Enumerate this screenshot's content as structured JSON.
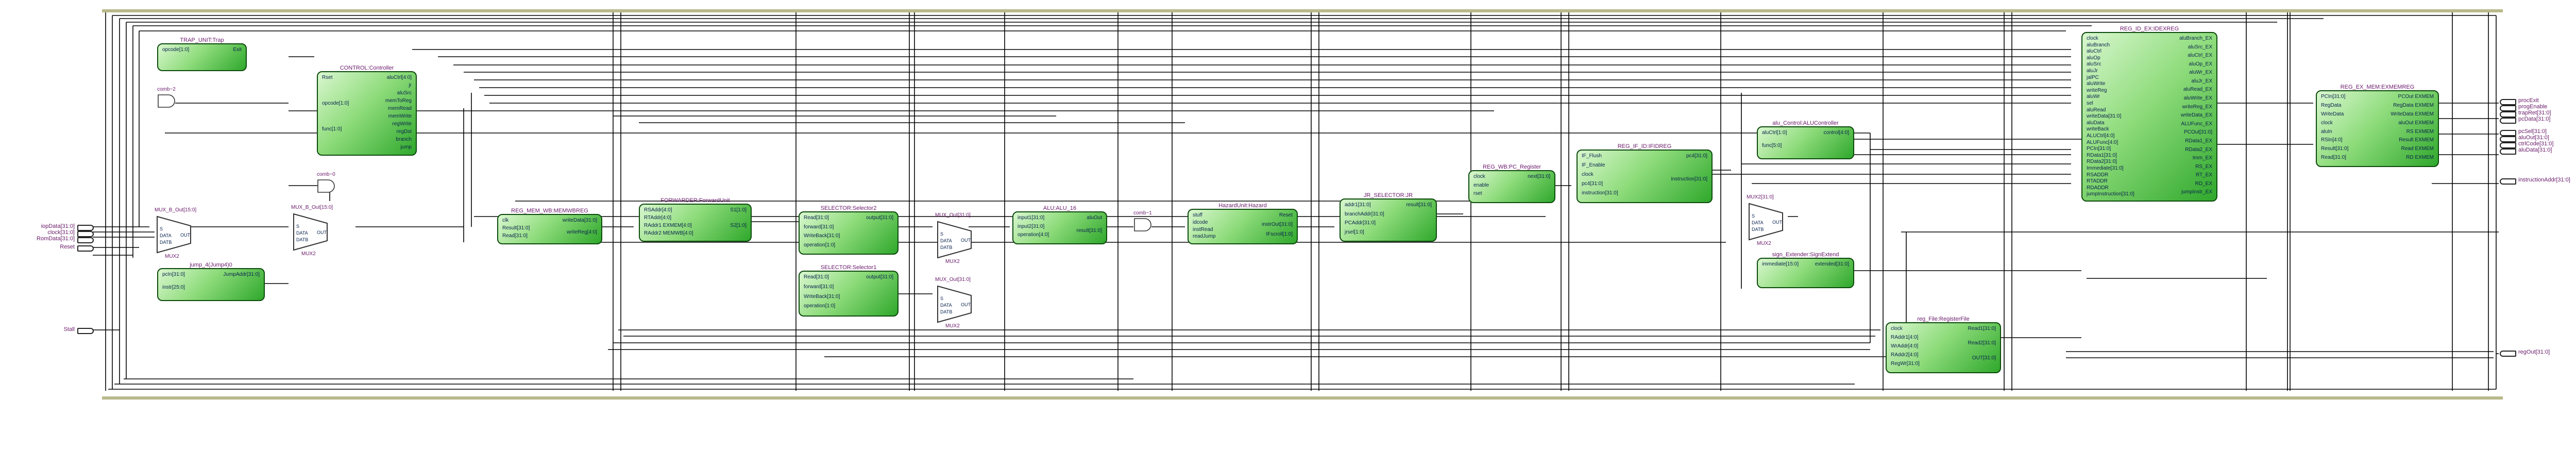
{
  "blocks": [
    {
      "id": "trap",
      "title": "TRAP_UNIT:Trap",
      "inputs": [
        "opcode[1:0]"
      ],
      "outputs": [
        "Exit"
      ]
    },
    {
      "id": "control",
      "title": "CONTROL:Controller",
      "inputs": [
        "Rset",
        "opcode[1:0]",
        "func[1:0]"
      ],
      "outputs": [
        "aluCtrl[4:0]",
        "jr",
        "aluSrc",
        "memToReg",
        "memRead",
        "memWrite",
        "regWrite",
        "regDst",
        "branch",
        "jump"
      ]
    },
    {
      "id": "jump",
      "title": "jump_4(Jump4)0",
      "inputs": [
        "pcIn[31:0]",
        "instr[25:0]"
      ],
      "outputs": [
        "JumpAddr[31:0]"
      ]
    },
    {
      "id": "memwb",
      "title": "REG_MEM_WB:MEMWBREG",
      "inputs": [
        "clk",
        "Result[31:0]",
        "Read[31:0]"
      ],
      "outputs": [
        "writeData[31:0]",
        "writeReg[4:0]"
      ]
    },
    {
      "id": "fwd",
      "title": "FORWARDER:ForwardUnit",
      "inputs": [
        "RSAddr[4:0]",
        "RTAddr[4:0]",
        "RAddr1 EXMEM[4:0]",
        "RAddr2 MEMWB[4:0]"
      ],
      "outputs": [
        "S1[1:0]",
        "S2[1:0]"
      ]
    },
    {
      "id": "sel2",
      "title": "SELECTOR:Selector2",
      "inputs": [
        "Read[31:0]",
        "forward[31:0]",
        "WriteBack[31:0]",
        "operation[1:0]"
      ],
      "outputs": [
        "output[31:0]"
      ]
    },
    {
      "id": "sel1",
      "title": "SELECTOR:Selector1",
      "inputs": [
        "Read[31:0]",
        "forward[31:0]",
        "WriteBack[31:0]",
        "operation[1:0]"
      ],
      "outputs": [
        "output[31:0]"
      ]
    },
    {
      "id": "alu",
      "title": "ALU:ALU_16",
      "inputs": [
        "input1[31:0]",
        "input2[31:0]",
        "operation[4:0]"
      ],
      "outputs": [
        "aluOut",
        "result[31:0]"
      ]
    },
    {
      "id": "hazard",
      "title": "HazardUnit:Hazard",
      "inputs": [
        "stuff",
        "idcode",
        "instRead",
        "readJump"
      ],
      "outputs": [
        "Reset",
        "instrOut[31:0]",
        "IFscroll[1:0]"
      ]
    },
    {
      "id": "jrsel",
      "title": "JR_SELECTOR:JR",
      "inputs": [
        "addr1[31:0]",
        "branchAddr[31:0]",
        "PCAddr[31:0]",
        "jrsel[1:0]"
      ],
      "outputs": [
        "result[31:0]"
      ]
    },
    {
      "id": "wbpc",
      "title": "REG_WB:PC_Register",
      "inputs": [
        "clock",
        "enable",
        "rset"
      ],
      "outputs": [
        "next[31:0]"
      ]
    },
    {
      "id": "ifid",
      "title": "REG_IF_ID:IFIDREG",
      "inputs": [
        "IF_Flush",
        "IF_Enable",
        "clock",
        "pc4[31:0]",
        "instruction[31:0]"
      ],
      "outputs": [
        "pc4[31:0]",
        "instruction[31:0]"
      ]
    },
    {
      "id": "aluctl",
      "title": "alu_Control:ALUController",
      "inputs": [
        "aluCtrl[1:0]",
        "func[5:0]"
      ],
      "outputs": [
        "control[4:0]"
      ]
    },
    {
      "id": "signext",
      "title": "sign_Extender:SignExtend",
      "inputs": [
        "immediate[15:0]"
      ],
      "outputs": [
        "extended[31:0]"
      ]
    },
    {
      "id": "regfile",
      "title": "reg_File:RegisterFile",
      "inputs": [
        "clock",
        "RAddr1[4:0]",
        "WrAddr[4:0]",
        "RAddr2[4:0]",
        "RegWr[31:0]"
      ],
      "outputs": [
        "Read1[31:0]",
        "Read2[31:0]",
        "OUT[31:0]"
      ]
    },
    {
      "id": "idex",
      "title": "REG_ID_EX:IDEXREG",
      "inputs": [
        "clock",
        "aluBranch",
        "aluCtrl",
        "aluOp",
        "aluSrc",
        "aluJr",
        "jalPC",
        "aluWrite",
        "writeReg",
        "aluWr",
        "sel",
        "aluRead",
        "writeData[31:0]",
        "aluData",
        "writeBack",
        "ALUCtrl[4:0]",
        "ALUFunc[4:0]",
        "PCIn[31:0]",
        "RData1[31:0]",
        "RData2[31:0]",
        "Immediate[31:0]",
        "RSADDR",
        "RTADDR",
        "RDADDR",
        "jumpInstruction[31:0]"
      ],
      "outputs": [
        "aluBranch_EX",
        "aluSrc_EX",
        "aluCtrl_EX",
        "aluOp_EX",
        "aluWr_EX",
        "aluJr_EX",
        "aluRead_EX",
        "aluWrite_EX",
        "writeReg_EX",
        "writeData_EX",
        "ALUFunc_EX",
        "PCOut[31:0]",
        "RData1_EX",
        "RData2_EX",
        "Imm_EX",
        "RS_EX",
        "RT_EX",
        "RD_EX",
        "jumpInstr_EX"
      ]
    },
    {
      "id": "exmem",
      "title": "REG_EX_MEM:EXMEMREG",
      "inputs": [
        "PCIn[31:0]",
        "RegData",
        "WriteData",
        "clock",
        "aluIn",
        "RSIn[4:0]",
        "Result[31:0]",
        "Read[31:0]"
      ],
      "outputs": [
        "PCOut EXMEM",
        "RegData EXMEM",
        "WriteData EXMEM",
        "aluOut EXMEM",
        "RS EXMEM",
        "Result EXMEM",
        "Read EXMEM",
        "RD EXMEM"
      ]
    }
  ],
  "muxes": [
    {
      "id": "mux_a",
      "title": "MUX_B_Out[15:0]",
      "label": "MUX2"
    },
    {
      "id": "mux_b",
      "title": "MUX_B_Out[15:0]",
      "label": "MUX2"
    },
    {
      "id": "mux_c",
      "title": "MUX_Out[31:0]",
      "label": "MUX2"
    },
    {
      "id": "mux_d",
      "title": "MUX_Out[31:0]",
      "label": "MUX2"
    },
    {
      "id": "mux_e",
      "title": "MUX2[31:0]",
      "label": "MUX2"
    }
  ],
  "gates": [
    {
      "id": "g1",
      "title": "comb~2"
    },
    {
      "id": "g2",
      "title": "comb~0"
    },
    {
      "id": "g3",
      "title": "comb~1"
    }
  ],
  "inputs": [
    "iopData[31:0]",
    "clock[31:0]",
    "RomData[31:0]",
    "Reset",
    "Stall"
  ],
  "outputs": [
    "procExit",
    "progEnable",
    "trapRet[31:0]",
    "pcData[31:0]",
    "pcSel[31:0]",
    "aluOut[31:0]",
    "ctrlCode[31:0]",
    "aluData[31:0]",
    "instructionAddr[31:0]",
    "regOut[31:0]"
  ],
  "colors": {
    "block_border": "#0c4a0c",
    "block_green": "#2fa82c",
    "wire": "#000000",
    "title": "#6a1a6a",
    "pin": "#08224e",
    "sheet_border": "#b8b88a"
  }
}
